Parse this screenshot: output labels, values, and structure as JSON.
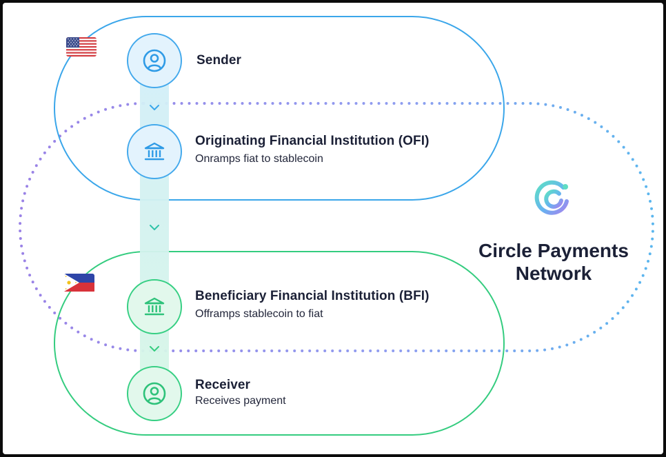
{
  "nodes": {
    "sender": {
      "title": "Sender",
      "subtitle": ""
    },
    "ofi": {
      "title": "Originating Financial Institution (OFI)",
      "subtitle": "Onramps fiat to stablecoin"
    },
    "bfi": {
      "title": "Beneficiary Financial Institution (BFI)",
      "subtitle": "Offramps stablecoin to fiat"
    },
    "receiver": {
      "title": "Receiver",
      "subtitle": "Receives payment"
    }
  },
  "flags": {
    "origin": "united-states-flag",
    "destination": "philippines-flag"
  },
  "brand": {
    "line1": "Circle Payments",
    "line2": "Network",
    "logo": "circle-logo-icon"
  },
  "colors": {
    "sender_region": "#3aa6ea",
    "receiver_region": "#34cc7f",
    "network_dots": "#9b86e8",
    "flow_track": "#cdf3e8",
    "text": "#1b2036"
  },
  "icons": {
    "person": "user-circle-icon",
    "bank": "bank-icon",
    "arrow": "chevron-down-icon"
  }
}
